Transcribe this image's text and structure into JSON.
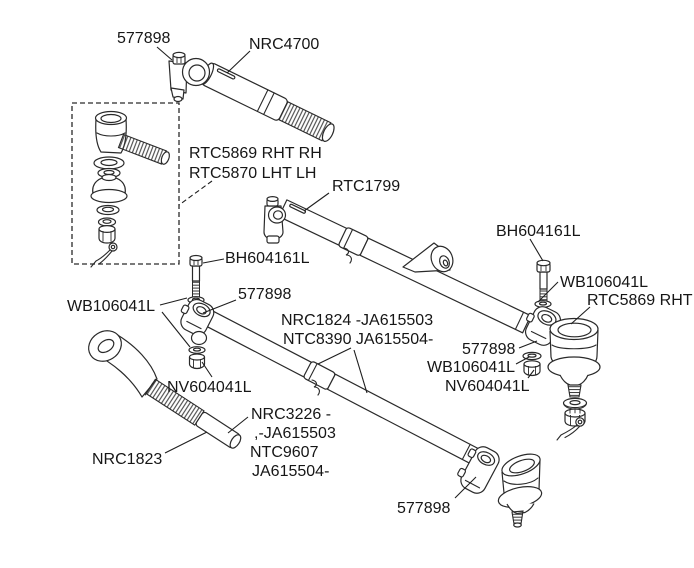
{
  "diagram": {
    "type": "exploded-parts-diagram",
    "colors": {
      "background": "#ffffff",
      "line": "#2a2a2a",
      "text": "#161616"
    },
    "labels": [
      {
        "name": "label-577898-top",
        "text": "577898"
      },
      {
        "name": "label-nrc4700",
        "text": "NRC4700"
      },
      {
        "name": "label-rtc5869-rht-rh",
        "text": "RTC5869 RHT RH"
      },
      {
        "name": "label-rtc5870-lht-lh",
        "text": "RTC5870 LHT LH"
      },
      {
        "name": "label-rtc1799",
        "text": "RTC1799"
      },
      {
        "name": "label-bh604161l-right",
        "text": "BH604161L"
      },
      {
        "name": "label-wb106041l-right-upper",
        "text": "WB106041L"
      },
      {
        "name": "label-rtc5869-rht",
        "text": "RTC5869 RHT"
      },
      {
        "name": "label-bh604161l-left",
        "text": "BH604161L"
      },
      {
        "name": "label-577898-left",
        "text": "577898"
      },
      {
        "name": "label-wb106041l-left",
        "text": "WB106041L"
      },
      {
        "name": "label-nrc1824",
        "text": "NRC1824 -JA615503"
      },
      {
        "name": "label-ntc8390",
        "text": "NTC8390 JA615504-"
      },
      {
        "name": "label-577898-right",
        "text": "577898"
      },
      {
        "name": "label-wb106041l-right-lower",
        "text": "WB106041L"
      },
      {
        "name": "label-nv604041l-right",
        "text": "NV604041L"
      },
      {
        "name": "label-nv604041l-left",
        "text": "NV604041L"
      },
      {
        "name": "label-nrc3226",
        "text": "NRC3226 -"
      },
      {
        "name": "label-ja615503",
        "text": ",-JA615503"
      },
      {
        "name": "label-ntc9607",
        "text": "NTC9607"
      },
      {
        "name": "label-ja615504",
        "text": "JA615504-"
      },
      {
        "name": "label-nrc1823",
        "text": "NRC1823"
      },
      {
        "name": "label-577898-bottom",
        "text": "577898"
      }
    ]
  }
}
